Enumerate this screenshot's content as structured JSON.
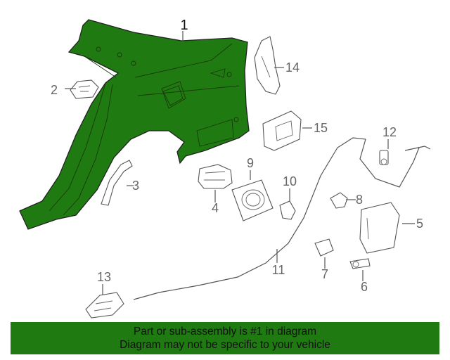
{
  "diagram": {
    "highlight_color": "#1f7a12",
    "callouts": {
      "c1": "1",
      "c2": "2",
      "c3": "3",
      "c4": "4",
      "c5": "5",
      "c6": "6",
      "c7": "7",
      "c8": "8",
      "c9": "9",
      "c10": "10",
      "c11": "11",
      "c12": "12",
      "c13": "13",
      "c14": "14",
      "c15": "15"
    }
  },
  "footer": {
    "line1": "Part or sub-assembly is #1 in diagram",
    "line2": "Diagram may not be specific to your vehicle",
    "background": "#1f7a12"
  }
}
